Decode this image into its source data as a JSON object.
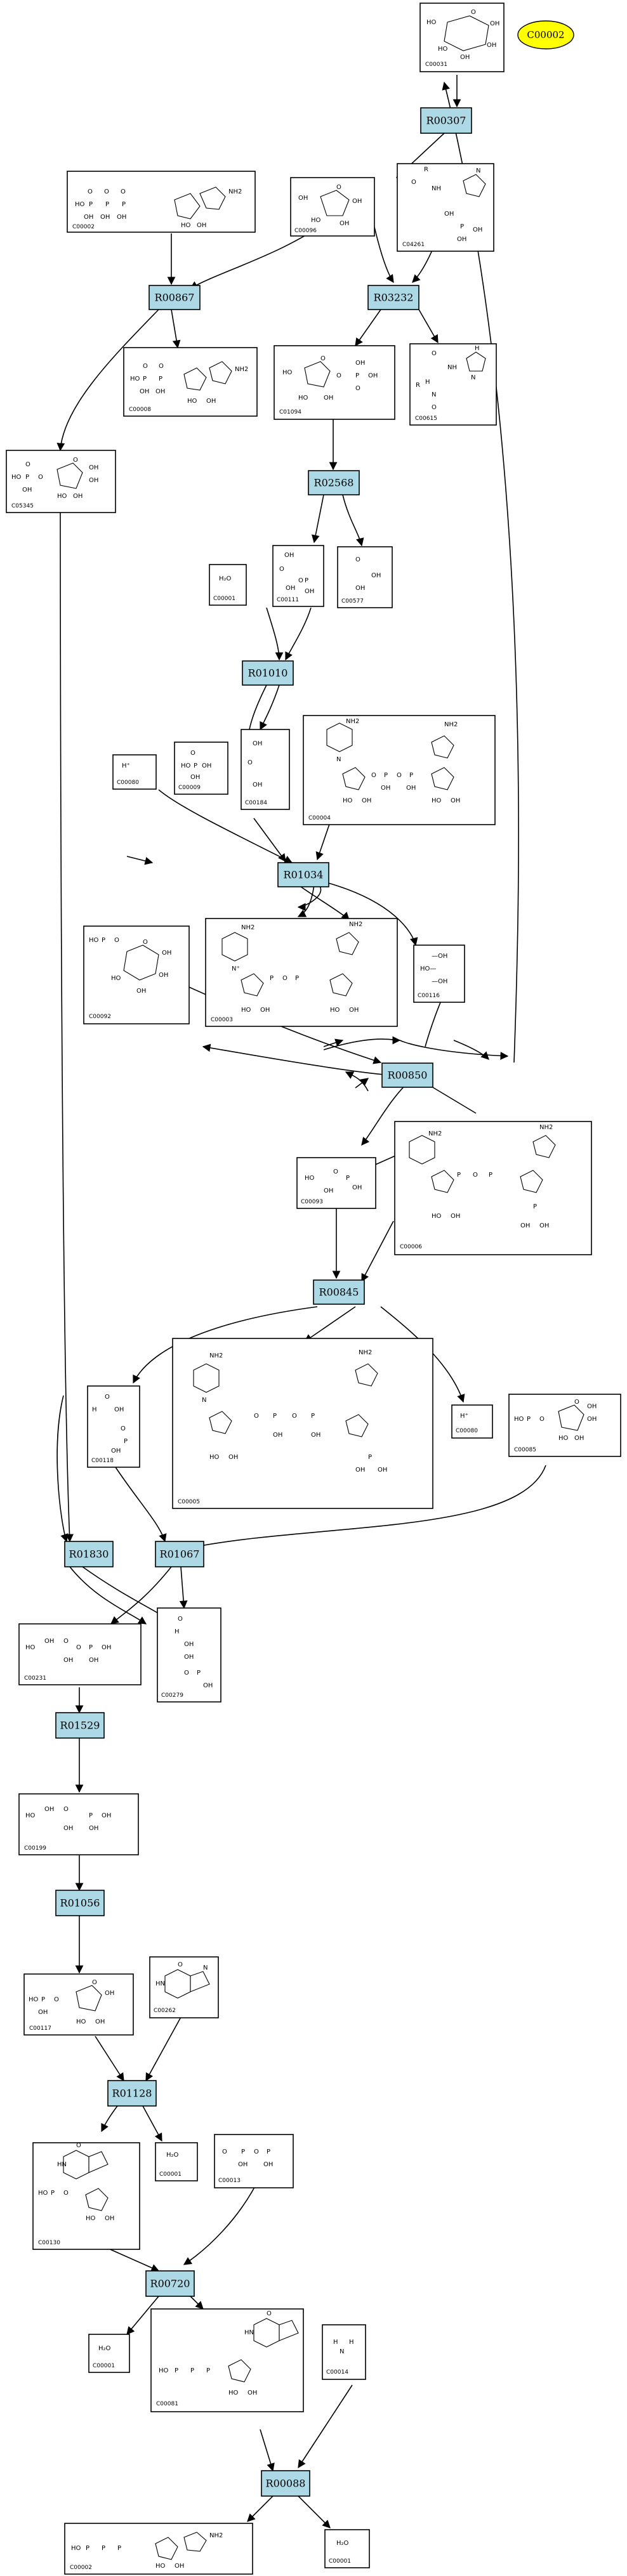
{
  "reactions": {
    "R00307": "R00307",
    "R00867": "R00867",
    "R03232": "R03232",
    "R02568": "R02568",
    "R01010": "R01010",
    "R01034": "R01034",
    "R00850": "R00850",
    "R00845": "R00845",
    "R01830": "R01830",
    "R01067": "R01067",
    "R01529": "R01529",
    "R01056": "R01056",
    "R01128": "R01128",
    "R00720": "R00720",
    "R00088": "R00088"
  },
  "compounds": {
    "C00002_top": "C00002",
    "C00031": "C00031",
    "C00002": "C00002",
    "C00096": "C00096",
    "C04261": "C04261",
    "C00008": "C00008",
    "C01094": "C01094",
    "C00615": "C00615",
    "C05345": "C05345",
    "C00001_a": "C00001",
    "C00111": "C00111",
    "C00577": "C00577",
    "C00009": "C00009",
    "C00184": "C00184",
    "C00004": "C00004",
    "C00080": "C00080",
    "C00092": "C00092",
    "C00003": "C00003",
    "C00116": "C00116",
    "C00093": "C00093",
    "C00006": "C00006",
    "C00118": "C00118",
    "C00005": "C00005",
    "C00080_b": "C00080",
    "C00085": "C00085",
    "C00231": "C00231",
    "C00279": "C00279",
    "C00199": "C00199",
    "C00117": "C00117",
    "C00262": "C00262",
    "C00130": "C00130",
    "C00001_b": "C00001",
    "C00013": "C00013",
    "C00001_c": "C00001",
    "C00081": "C00081",
    "C00014": "C00014",
    "C00002_bottom": "C00002",
    "C00001_d": "C00001"
  },
  "atoms": {
    "O": "O",
    "OH": "OH",
    "HO": "HO",
    "P": "P",
    "N": "N",
    "H": "H",
    "NH2": "NH2",
    "NH": "NH",
    "R": "R",
    "Hplus": "H⁺",
    "HN": "HN",
    "H2O": "H₂O",
    "minusOH": "—OH",
    "HOminus": "HO—",
    "NplusR": "N⁺"
  }
}
